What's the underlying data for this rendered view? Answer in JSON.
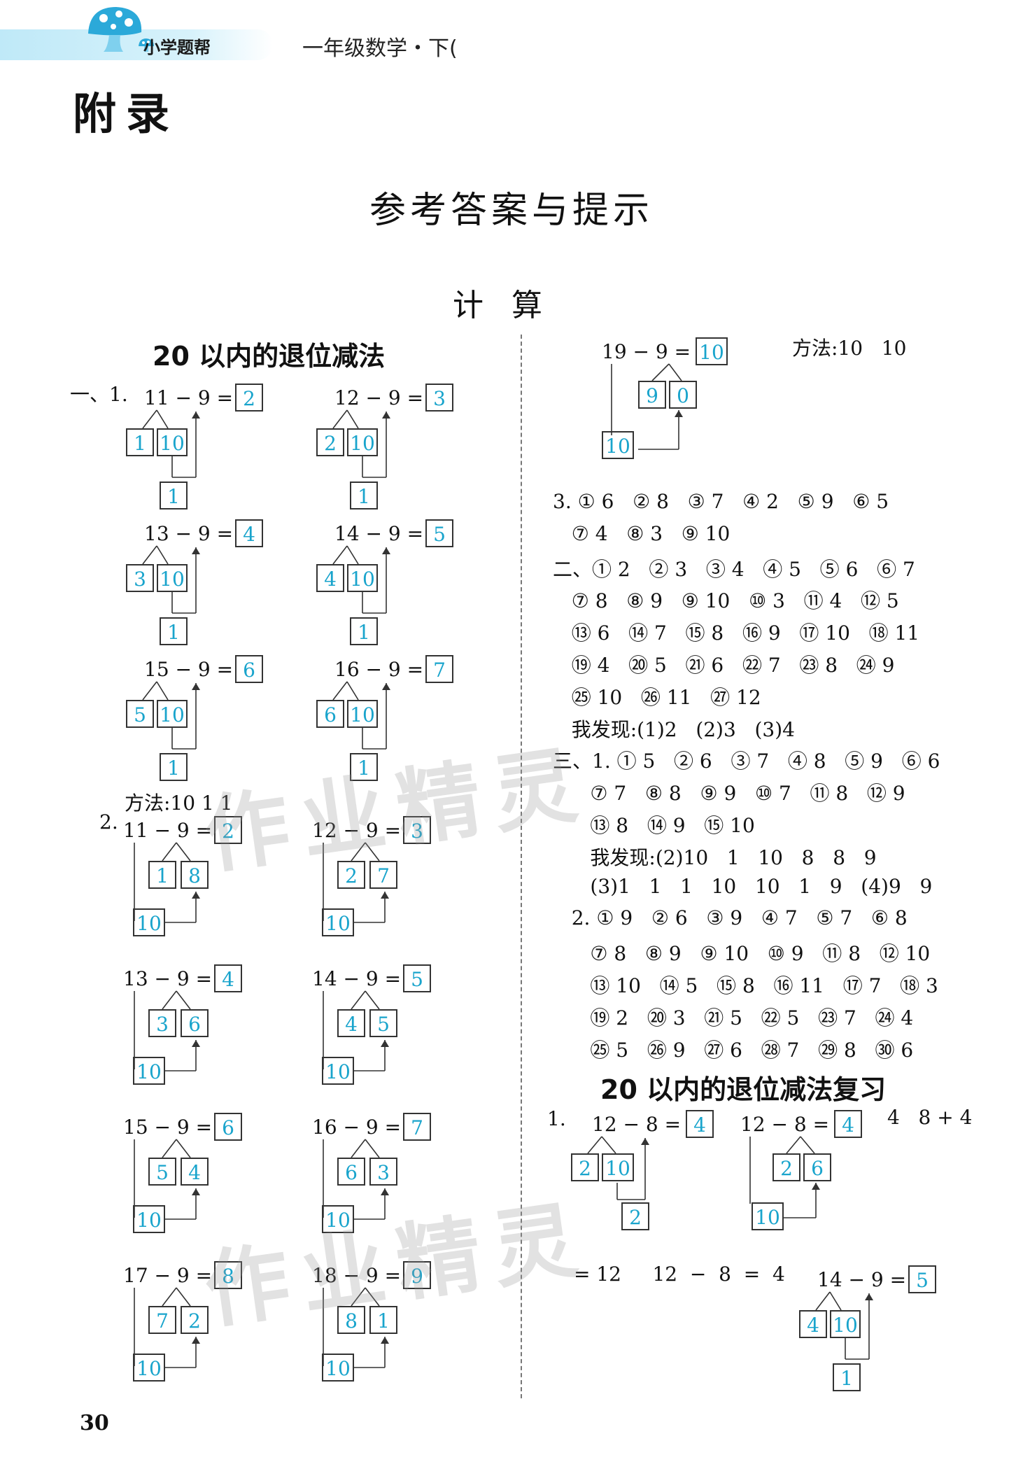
{
  "header": {
    "brand": "小学题帮",
    "book_title": "一年级数学・下(",
    "appendix_title": "附录"
  },
  "main_title": "参考答案与提示",
  "section_title": "计算",
  "left": {
    "subtitle": "20 以内的退位减法",
    "part1_label": "一、1.",
    "part2_label": "2.",
    "method_text": "方法:10  1  1",
    "p1": [
      {
        "eq": "11 − 9 =",
        "result": "2",
        "a": "1",
        "b": "10",
        "c": "1"
      },
      {
        "eq": "12 − 9 =",
        "result": "3",
        "a": "2",
        "b": "10",
        "c": "1"
      },
      {
        "eq": "13 − 9 =",
        "result": "4",
        "a": "3",
        "b": "10",
        "c": "1"
      },
      {
        "eq": "14 − 9 =",
        "result": "5",
        "a": "4",
        "b": "10",
        "c": "1"
      },
      {
        "eq": "15 − 9 =",
        "result": "6",
        "a": "5",
        "b": "10",
        "c": "1"
      },
      {
        "eq": "16 − 9 =",
        "result": "7",
        "a": "6",
        "b": "10",
        "c": "1"
      }
    ],
    "p2": [
      {
        "eq": "11 − 9 =",
        "result": "2",
        "a": "1",
        "b": "8",
        "c": "10"
      },
      {
        "eq": "12 − 9 =",
        "result": "3",
        "a": "2",
        "b": "7",
        "c": "10"
      },
      {
        "eq": "13 − 9 =",
        "result": "4",
        "a": "3",
        "b": "6",
        "c": "10"
      },
      {
        "eq": "14 − 9 =",
        "result": "5",
        "a": "4",
        "b": "5",
        "c": "10"
      },
      {
        "eq": "15 − 9 =",
        "result": "6",
        "a": "5",
        "b": "4",
        "c": "10"
      },
      {
        "eq": "16 − 9 =",
        "result": "7",
        "a": "6",
        "b": "3",
        "c": "10"
      },
      {
        "eq": "17 − 9 =",
        "result": "8",
        "a": "7",
        "b": "2",
        "c": "10"
      },
      {
        "eq": "18 − 9 =",
        "result": "9",
        "a": "8",
        "b": "1",
        "c": "10"
      }
    ]
  },
  "right": {
    "top_eq": {
      "eq": "19 − 9 =",
      "result": "10",
      "a": "9",
      "b": "0",
      "c": "10"
    },
    "top_method": "方法:10   10",
    "rows": [
      "3. ① 6   ② 8   ③ 7   ④ 2   ⑤ 9   ⑥ 5",
      "   ⑦ 4   ⑧ 3   ⑨ 10",
      "二、① 2   ② 3   ③ 4   ④ 5   ⑤ 6   ⑥ 7",
      "   ⑦ 8   ⑧ 9   ⑨ 10   ⑩ 3   ⑪ 4   ⑫ 5",
      "   ⑬ 6   ⑭ 7   ⑮ 8   ⑯ 9   ⑰ 10   ⑱ 11",
      "   ⑲ 4   ⑳ 5   ㉑ 6   ㉒ 7   ㉓ 8   ㉔ 9",
      "   ㉕ 10   ㉖ 11   ㉗ 12",
      "   我发现:(1)2   (2)3   (3)4",
      "三、1. ① 5   ② 6   ③ 7   ④ 8   ⑤ 9   ⑥ 6",
      "      ⑦ 7   ⑧ 8   ⑨ 9   ⑩ 7   ⑪ 8   ⑫ 9",
      "      ⑬ 8   ⑭ 9   ⑮ 10",
      "      我发现:(2)10   1   10   8   8   9",
      "      (3)1   1   1   10   10   1   9   (4)9   9",
      "   2. ① 9   ② 6   ③ 9   ④ 7   ⑤ 7   ⑥ 8",
      "      ⑦ 8   ⑧ 9   ⑨ 10   ⑩ 9   ⑪ 8   ⑫ 10",
      "      ⑬ 10   ⑭ 5   ⑮ 8   ⑯ 11   ⑰ 7   ⑱ 3",
      "      ⑲ 2   ⑳ 3   ㉑ 5   ㉒ 5   ㉓ 7   ㉔ 4",
      "      ㉕ 5   ㉖ 9   ㉗ 6   ㉘ 7   ㉙ 8   ㉚ 6"
    ],
    "review_title": "20 以内的退位减法复习",
    "review_label": "1.",
    "review_eq1": {
      "eq": "12 − 8 =",
      "result": "4",
      "a": "2",
      "b": "10",
      "c": "2"
    },
    "review_eq2": {
      "eq": "12 − 8 =",
      "result": "4",
      "a": "2",
      "b": "6",
      "c": "10"
    },
    "review_extra": "4   8 + 4",
    "review_line2": "= 12     12  −  8  =  4",
    "review_eq3": {
      "eq": "14 − 9 =",
      "result": "5",
      "a": "4",
      "b": "10",
      "c": "1"
    }
  },
  "page_number": "30",
  "watermark": "作业精灵"
}
